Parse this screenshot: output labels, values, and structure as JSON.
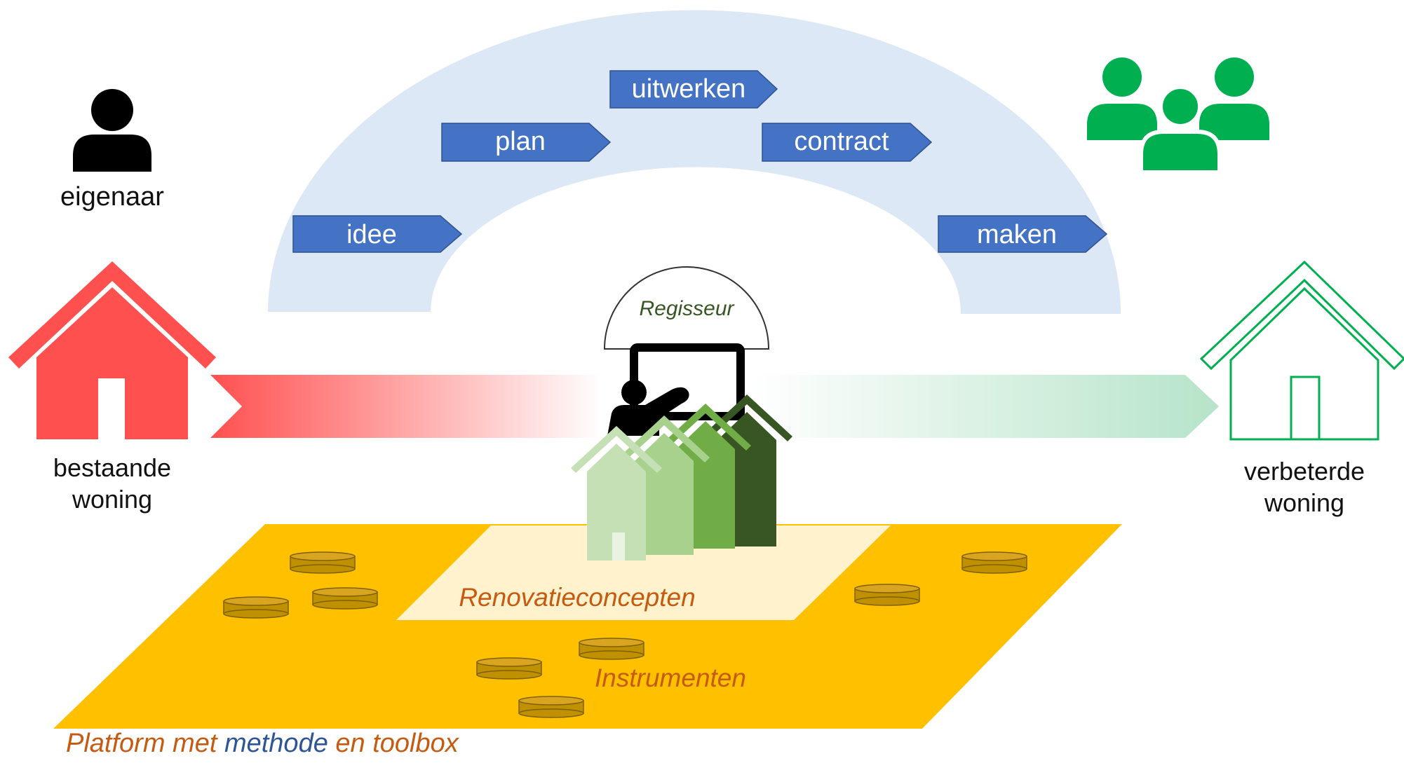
{
  "steps": [
    "idee",
    "plan",
    "uitwerken",
    "contract",
    "maken"
  ],
  "owner_label": "eigenaar",
  "existing_home_label": "bestaande\nwoning",
  "improved_home_label": "verbeterde\nwoning",
  "director_label": "Regisseur",
  "renovation_label": "Renovatieconcepten",
  "instruments_label": "Instrumenten",
  "footer": {
    "part1": "Platform met ",
    "part2": "methode",
    "part3": " en toolbox"
  },
  "icons": {
    "owner": "person-icon",
    "group": "people-group-icon",
    "existing_home": "house-icon",
    "improved_home": "house-outline-icon",
    "director": "presenter-board-icon",
    "coins": "coin-icon",
    "renovation": "house-row-icon"
  },
  "colors": {
    "arch": "#dce8f5",
    "step": "#4472c4",
    "red_house": "#ff5050",
    "green_house": "#00b050",
    "people": "#00b050",
    "platform": "#ffc000",
    "platform_inner": "#fff2cc",
    "coin": "#bf9000",
    "orange_text": "#c55a11",
    "blue_text": "#2f5597",
    "director_text": "#375623"
  }
}
